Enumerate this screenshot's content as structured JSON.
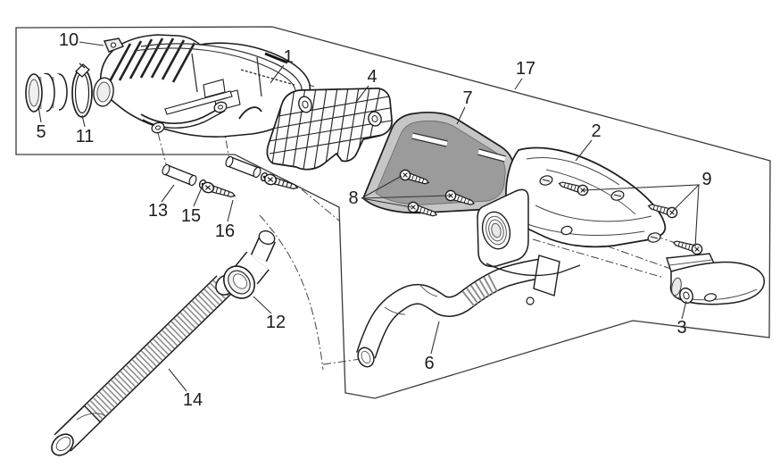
{
  "diagram": {
    "type": "exploded-parts-diagram",
    "subject": "air-box-assembly",
    "callouts": [
      "1",
      "2",
      "3",
      "4",
      "5",
      "6",
      "7",
      "8",
      "9",
      "10",
      "11",
      "12",
      "13",
      "14",
      "15",
      "16",
      "17"
    ],
    "colors": {
      "background": "#ffffff",
      "line": "#1d1d1d",
      "leader_line": "#333333",
      "filter_face": "#9b9b9b",
      "filter_rim": "#c6c6c6",
      "shading": "#e8e8e8",
      "border": "#3a3a3a"
    }
  }
}
